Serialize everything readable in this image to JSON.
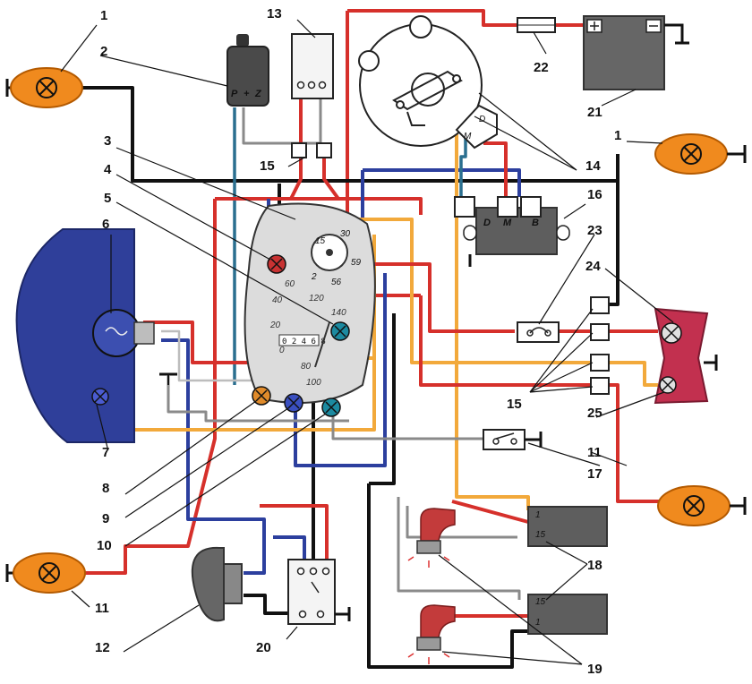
{
  "colors": {
    "red_wire": "#d6302b",
    "black_wire": "#111111",
    "yellow_wire": "#f2a93b",
    "blue_wire": "#2c3f9e",
    "teal_wire": "#2a6f8f",
    "lamp_orange": "#f08a1e",
    "headlight_blue": "#2f3f9a",
    "rear_light_red": "#c2304f",
    "component_gray": "#5e5e5e"
  },
  "callouts": {
    "c1a": "1",
    "c1b": "1",
    "c2": "2",
    "c3": "3",
    "c4": "4",
    "c5": "5",
    "c6": "6",
    "c7": "7",
    "c8": "8",
    "c9": "9",
    "c10": "10",
    "c11a": "11",
    "c11b": "11",
    "c12": "12",
    "c13": "13",
    "c14": "14",
    "c15a": "15",
    "c15b": "15",
    "c16": "16",
    "c17": "17",
    "c18": "18",
    "c19": "19",
    "c20": "20",
    "c21": "21",
    "c22": "22",
    "c23": "23",
    "c24": "24",
    "c25": "25"
  },
  "terminals": {
    "relay_p": "P",
    "relay_plus": "+",
    "relay_z": "Z",
    "regulator_d": "D",
    "regulator_m": "M",
    "regulator_b": "B",
    "generator_d": "D",
    "generator_m": "M",
    "coil_top_1": "1",
    "coil_top_15": "15",
    "coil_bottom_15": "15",
    "coil_bottom_1": "1",
    "switch_15": "15",
    "switch_30": "30",
    "switch_56": "56",
    "switch_2": "2",
    "switch_59": "59"
  },
  "speedometer": {
    "scale_0": "0",
    "scale_20": "20",
    "scale_40": "40",
    "scale_60": "60",
    "scale_80": "80",
    "scale_100": "100",
    "scale_120": "120",
    "scale_140": "140",
    "odometer": "0 2 4 6 8"
  }
}
